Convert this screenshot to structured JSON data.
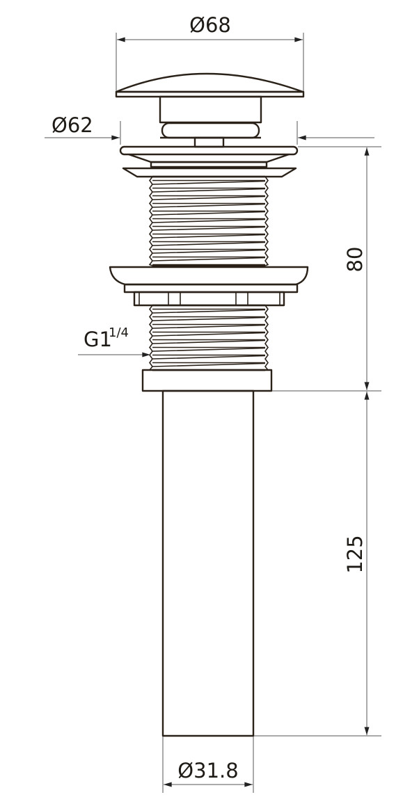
{
  "title": "Pop-up drain valve dimensional drawing",
  "dimensions": {
    "cap_diameter": "Ø68",
    "flange_diameter": "Ø62",
    "thread": "G1",
    "thread_fraction": "1/4",
    "body_height": "80",
    "tube_length": "125",
    "tube_diameter": "Ø31.8"
  },
  "colors": {
    "line": "#2a2119",
    "dimension": "#555555"
  }
}
